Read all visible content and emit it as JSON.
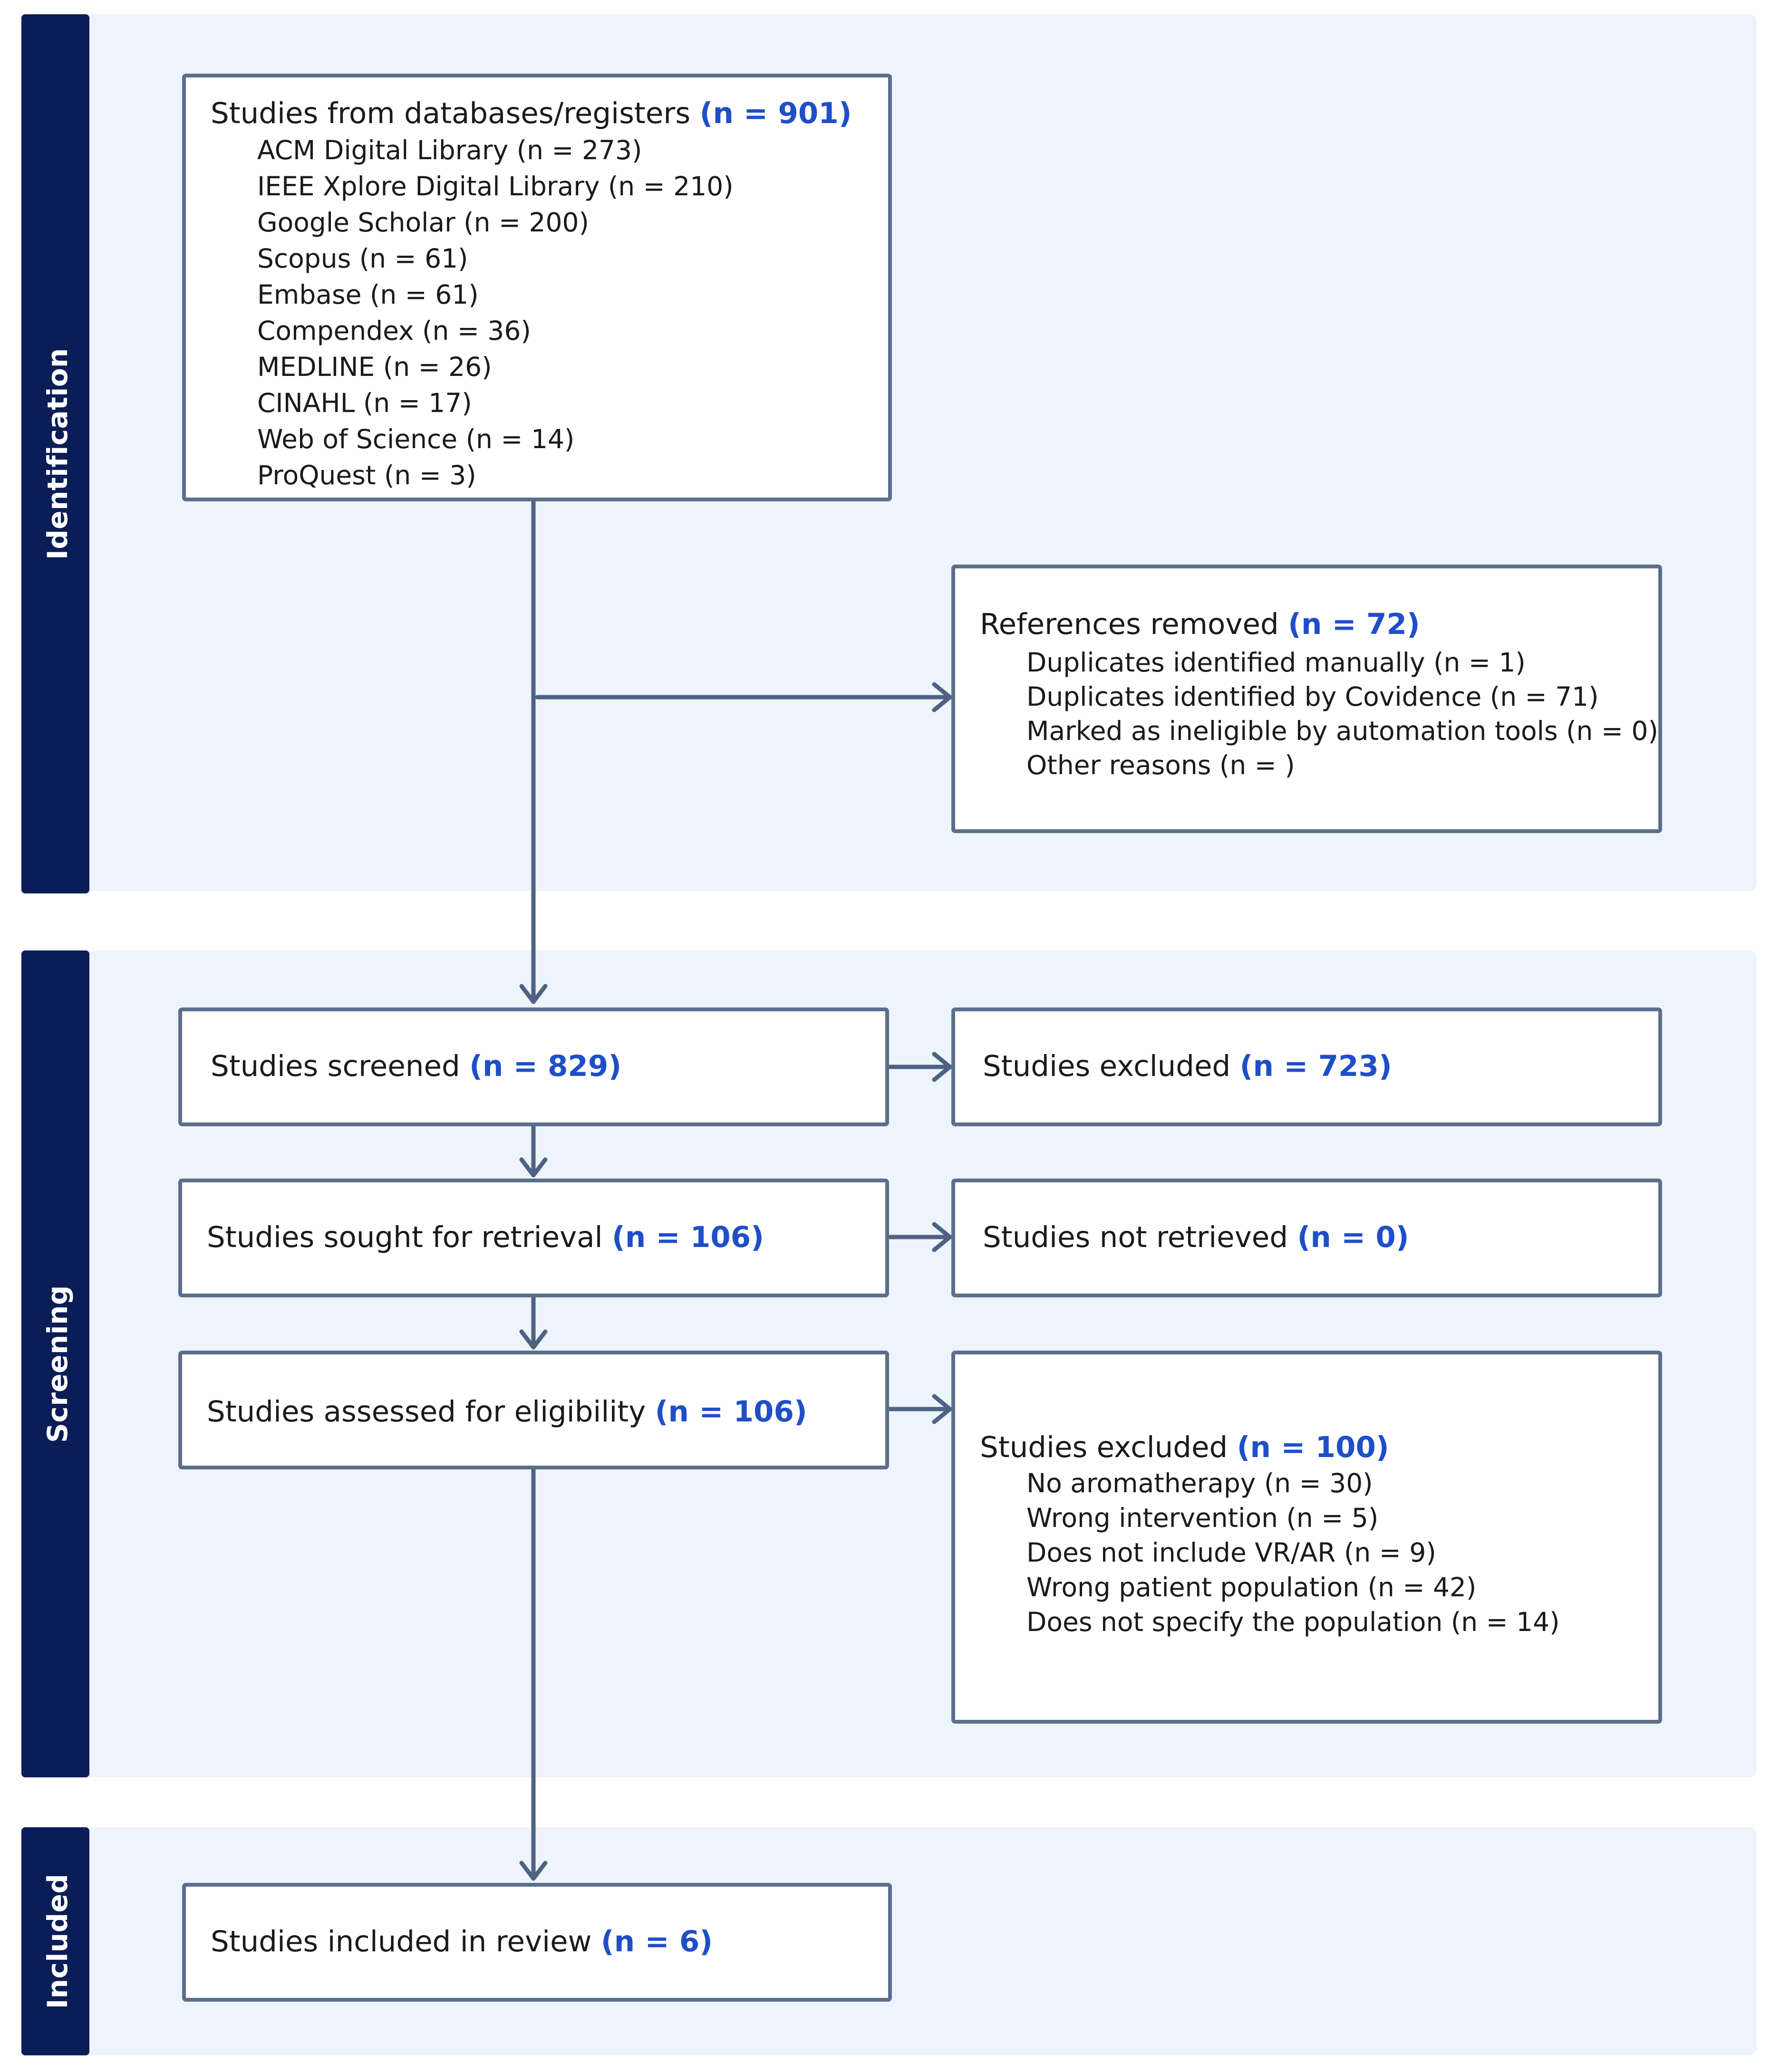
{
  "sections": {
    "identification": "Identification",
    "screening": "Screening",
    "included": "Included"
  },
  "boxes": {
    "databases": {
      "title": "Studies from databases/registers",
      "count": "(n = 901)",
      "items": [
        "ACM Digital Library (n = 273)",
        "IEEE Xplore Digital Library (n = 210)",
        "Google Scholar (n = 200)",
        "Scopus (n = 61)",
        "Embase (n = 61)",
        "Compendex (n = 36)",
        "MEDLINE (n = 26)",
        "CINAHL (n = 17)",
        "Web of Science (n = 14)",
        "ProQuest (n = 3)"
      ]
    },
    "removed": {
      "title": "References removed",
      "count": "(n = 72)",
      "items": [
        "Duplicates identified manually (n = 1)",
        "Duplicates identified by Covidence (n = 71)",
        "Marked as ineligible by automation tools (n = 0)",
        "Other reasons (n = )"
      ]
    },
    "screened": {
      "title": "Studies screened",
      "count": "(n = 829)"
    },
    "excluded1": {
      "title": "Studies excluded",
      "count": "(n = 723)"
    },
    "retrieval": {
      "title": "Studies sought for retrieval",
      "count": "(n = 106)"
    },
    "not_retrieved": {
      "title": "Studies not retrieved",
      "count": "(n = 0)"
    },
    "eligibility": {
      "title": "Studies assessed for eligibility",
      "count": "(n = 106)"
    },
    "excluded2": {
      "title": "Studies excluded",
      "count": "(n = 100)",
      "items": [
        "No aromatherapy (n = 30)",
        "Wrong intervention (n = 5)",
        "Does not include VR/AR (n = 9)",
        "Wrong patient population (n = 42)",
        "Does not specify the population (n = 14)"
      ]
    },
    "included": {
      "title": "Studies included in review",
      "count": "(n = 6)"
    }
  },
  "colors": {
    "section_background": "#eef4fc",
    "section_bar": "#0b1d57",
    "box_border": "#5b6e8c",
    "count_text": "#1f4fc8",
    "arrow": "#4e6282"
  }
}
